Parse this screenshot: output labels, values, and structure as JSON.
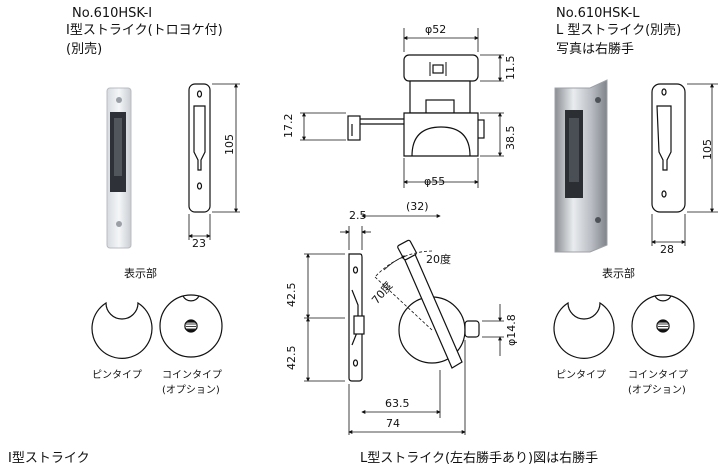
{
  "left_header": {
    "model": "No.610HSK-I",
    "line2": "Ⅰ型ストライク(トロヨケ付)",
    "line3": "(別売)"
  },
  "right_header": {
    "model": "No.610HSK-L",
    "line2": "L 型ストライク(別売)",
    "line3": "写真は右勝手"
  },
  "left_dims": {
    "height": "105",
    "width": "23"
  },
  "right_dims": {
    "height": "105",
    "width": "28"
  },
  "top_dims": {
    "top_width": "φ52",
    "top_height": "11.5",
    "left_height": "17.2",
    "body_height": "38.5",
    "bottom_width": "φ55"
  },
  "lower_dims": {
    "plate_width": "2.5",
    "offset": "(32)",
    "angle_20": "20度",
    "angle_70": "70度",
    "upper": "42.5",
    "lower": "42.5",
    "knob_dia": "φ14.8",
    "depth1": "63.5",
    "depth2": "74"
  },
  "display_left": {
    "title": "表示部",
    "pin": "ピンタイプ",
    "coin": "コインタイプ",
    "option": "(オプション)"
  },
  "display_right": {
    "title": "表示部",
    "pin": "ピンタイプ",
    "coin": "コインタイプ",
    "option": "(オプション)"
  },
  "bottom": {
    "left_caption": "Ⅰ型ストライク",
    "right_caption": "L型ストライク(左右勝手あり)図は右勝手"
  }
}
